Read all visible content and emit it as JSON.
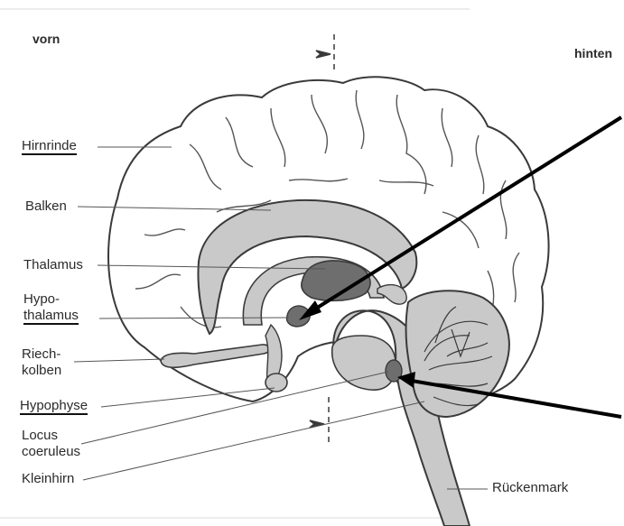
{
  "orientation": {
    "front": "vorn",
    "back": "hinten"
  },
  "labels": {
    "hirnrinde": "Hirnrinde",
    "balken": "Balken",
    "thalamus": "Thalamus",
    "hypothalamus_1": "Hypo-",
    "hypothalamus_2": "thalamus",
    "riechkolben_1": "Riech-",
    "riechkolben_2": "kolben",
    "hypophyse": "Hypophyse",
    "locus_1": "Locus",
    "locus_2": "coeruleus",
    "kleinhirn": "Kleinhirn",
    "rueckenmark": "Rückenmark"
  },
  "colors": {
    "outline": "#3a3a3a",
    "fill_light": "#c9c9c9",
    "fill_dark": "#6e6e6e",
    "arrow": "#000000",
    "leader": "#555555"
  },
  "underlined_labels": [
    "Hirnrinde",
    "Hypo-thalamus",
    "Hypophyse"
  ]
}
